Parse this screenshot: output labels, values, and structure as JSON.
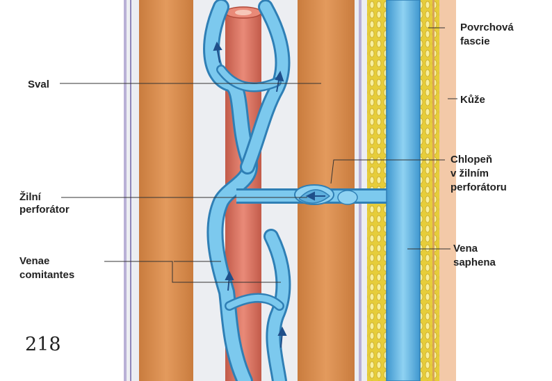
{
  "labels": {
    "sval": "Sval",
    "zilni_perforator": [
      "Žilní",
      "perforátor"
    ],
    "venae_comitantes": [
      "Venae",
      "comitantes"
    ],
    "povrchova_fascie": [
      "Povrchová",
      "fascie"
    ],
    "kuze": "Kůže",
    "chlopen": [
      "Chlopeň",
      "v žilním",
      "perforátoru"
    ],
    "vena_saphena": [
      "Vena",
      "saphena"
    ]
  },
  "page_number": "218",
  "colors": {
    "muscle": "#d98e4f",
    "artery": "#d9705f",
    "vein": "#62b9e6",
    "vein_outline": "#2f7fb5",
    "fascia": "#e8d24a",
    "skin": "#f3c9a8",
    "background": "#ffffff"
  }
}
